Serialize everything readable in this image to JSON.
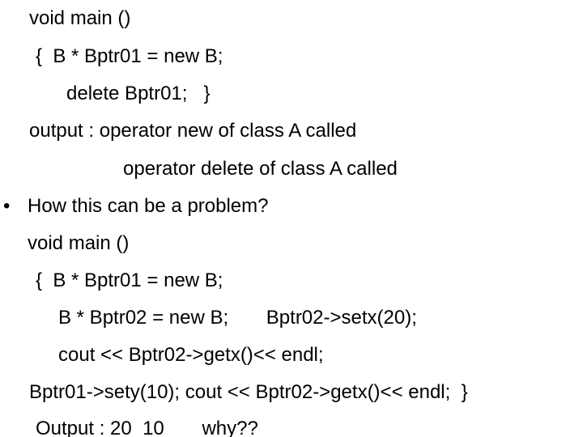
{
  "slide": {
    "lines": [
      "void main ()",
      "{  B * Bptr01 = new B;",
      "delete Bptr01;   }",
      "output : operator new of class A called",
      "operator delete of class A called",
      "How this can be a problem?",
      "void main ()",
      "{  B * Bptr01 = new B;",
      "B * Bptr02 = new B;       Bptr02->setx(20);",
      "cout << Bptr02->getx()<< endl;",
      "Bptr01->sety(10); cout << Bptr02->getx()<< endl;  }",
      "Output : 20  10       why??"
    ],
    "bullet_symbol": "•"
  }
}
